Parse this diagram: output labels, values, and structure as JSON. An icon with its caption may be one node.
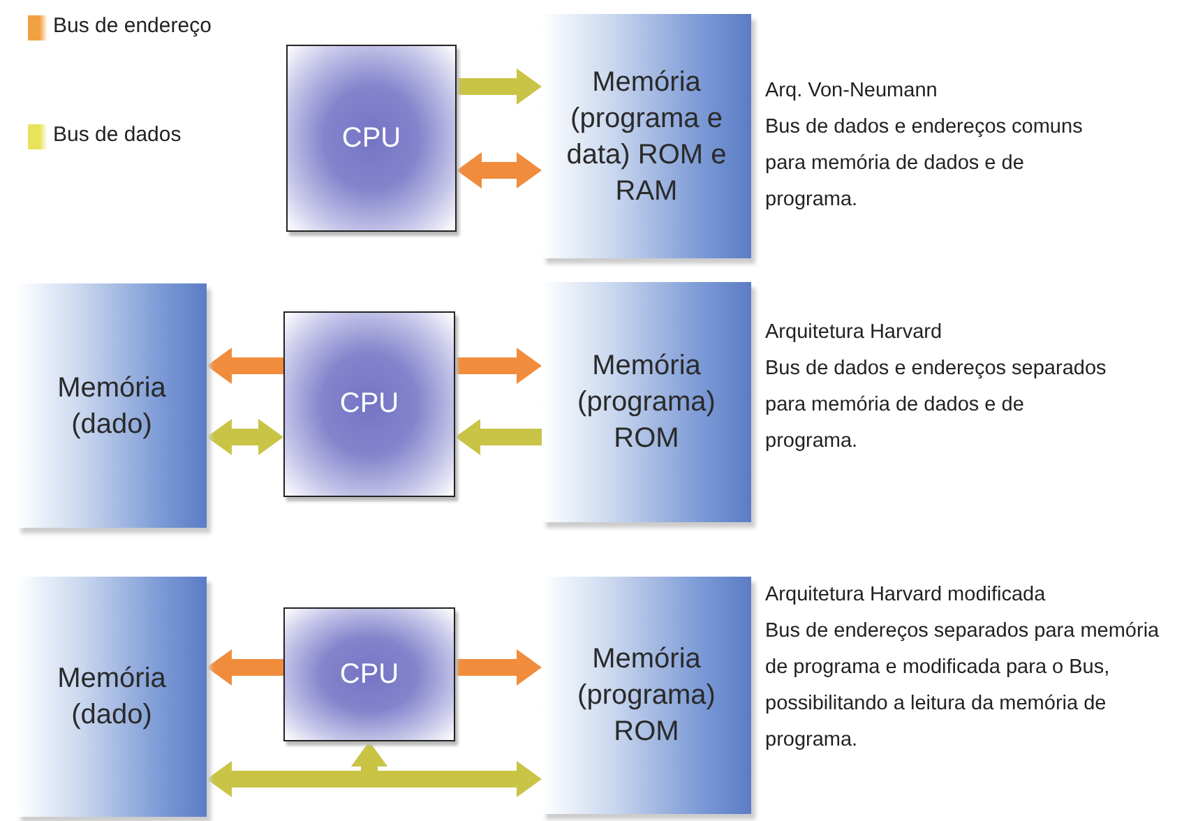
{
  "diagram": {
    "nodes": [
      {
        "text": [
          "CPU"
        ]
      },
      {
        "text": [
          "Memória (programa e data) ROM e RAM"
        ]
      },
      {
        "text": [
          "Memória (dado)"
        ]
      },
      {
        "text": [
          "CPU"
        ]
      },
      {
        "text": [
          "Memória (programa) ROM"
        ]
      },
      {
        "text": [
          "Memória (dado)"
        ]
      },
      {
        "text": [
          "CPU"
        ]
      },
      {
        "text": [
          "Memória (programa) ROM"
        ]
      }
    ],
    "edges": [
      {
        "from": 0,
        "to": 1,
        "arrow": "to"
      },
      {
        "from": 0,
        "to": 1,
        "arrow": "both",
        "color": "#f08c3c"
      },
      {
        "from": 3,
        "to": 2,
        "arrow": "to",
        "color": "#f08c3c"
      },
      {
        "from": 3,
        "to": 2,
        "arrow": "both"
      },
      {
        "from": 3,
        "to": 4,
        "arrow": "to",
        "color": "#f08c3c"
      },
      {
        "from": 4,
        "to": 3,
        "arrow": "to"
      },
      {
        "from": 6,
        "to": 5,
        "arrow": "to",
        "color": "#f08c3c"
      },
      {
        "from": 6,
        "to": 7,
        "arrow": "to",
        "color": "#f08c3c"
      },
      {
        "from": 6,
        "to": 5,
        "arrow": "both"
      },
      {
        "from": 6,
        "to": 7,
        "arrow": "both"
      }
    ],
    "labels": [
      "Arq. Von-Neumann",
      "Bus de dados e endereços comuns para memória de dados e de programa.",
      "Arquitetura Harvard",
      "Bus de dados e endereços separados para memória de dados e de programa.",
      "Arquitetura Harvard modificada",
      "Bus de endereços separados para memória de programa e modificada para o Bus, possibilitando a leitura da memória de programa."
    ],
    "legend": [
      {
        "text": "Bus de endereço",
        "color": "#f0a040"
      },
      {
        "text": "Bus de dados",
        "color": "#e8e35a"
      }
    ]
  }
}
